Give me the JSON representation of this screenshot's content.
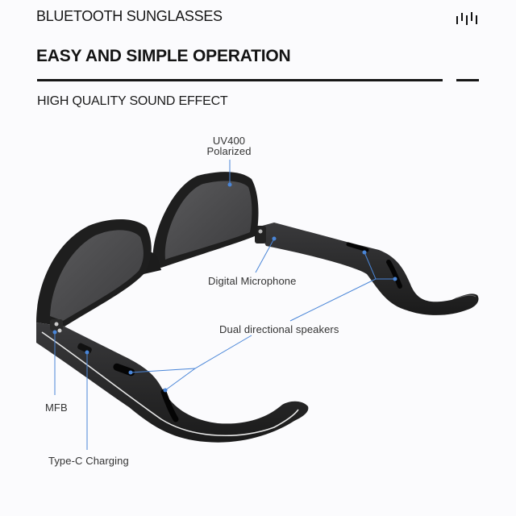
{
  "header": {
    "brand": "BLUETOOTH SUNGLASSES",
    "headline": "EASY AND SIMPLE OPERATION",
    "subheading": "HIGH QUALITY  SOUND EFFECT",
    "icon": "sound-bars-icon"
  },
  "callouts": {
    "lens_line1": "UV400",
    "lens_line2": "Polarized",
    "microphone": "Digital Microphone",
    "speakers": "Dual directional speakers",
    "mfb": "MFB",
    "charging": "Type-C Charging"
  },
  "colors": {
    "background": "#fbfbfd",
    "accent_line": "#4a86d8",
    "frame": "#1c1c1c",
    "lens": "#4a4a4c"
  }
}
